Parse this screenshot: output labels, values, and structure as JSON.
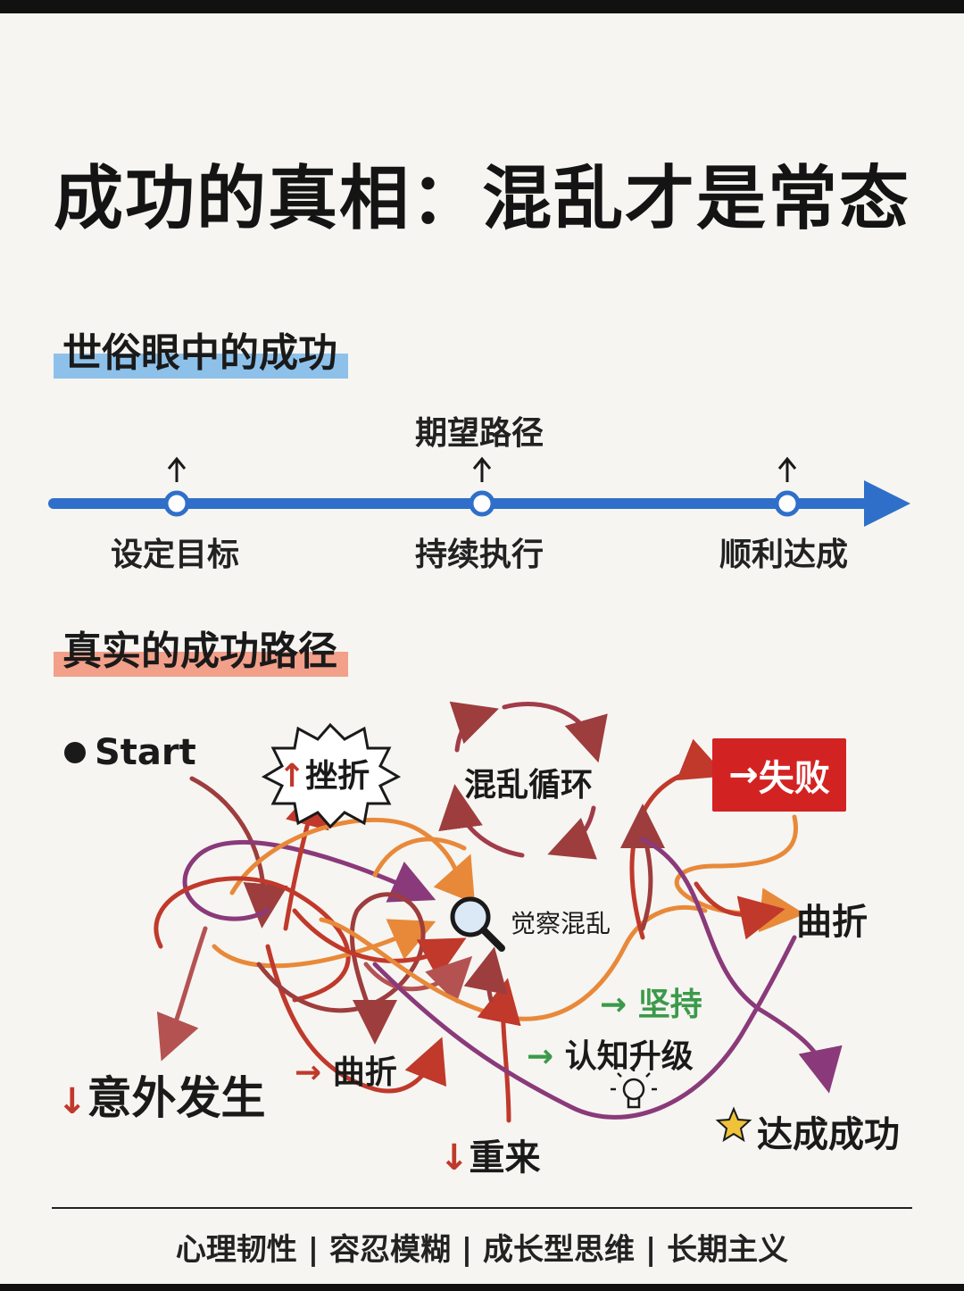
{
  "title": "成功的真相：混乱才是常态",
  "section_expected": {
    "heading": "世俗眼中的成功",
    "path_label": "期望路径",
    "steps": [
      "设定目标",
      "持续执行",
      "顺利达成"
    ]
  },
  "section_real": {
    "heading": "真实的成功路径",
    "start": "Start",
    "setback": "挫折",
    "chaos_cycle": "混乱循环",
    "failure": "失败",
    "awareness": "觉察混乱",
    "twist_right": "曲折",
    "persist": "坚持",
    "cognitive_upgrade": "认知升级",
    "twist_bottom": "曲折",
    "accident": "意外发生",
    "restart": "重来",
    "success": "达成成功"
  },
  "footer": [
    "心理韧性",
    "容忍模糊",
    "成长型思维",
    "长期主义"
  ],
  "colors": {
    "timeline": "#2f6fc9",
    "failure_red": "#d32222",
    "persist_green": "#3b9a4a",
    "arrow_red": "#c0392b",
    "arrow_orange": "#e8893a",
    "arrow_purple": "#8a3a7a"
  }
}
